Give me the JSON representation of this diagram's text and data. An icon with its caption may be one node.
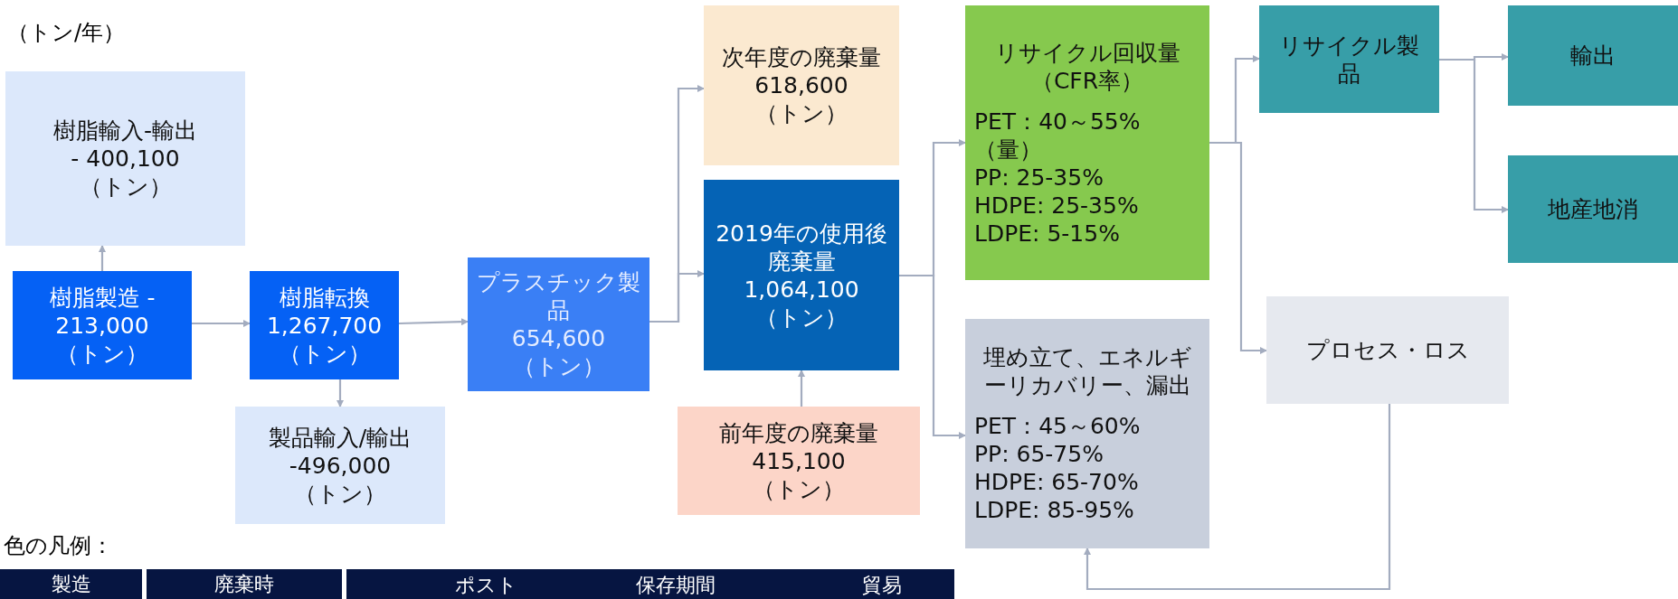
{
  "diagram": {
    "nodes": [
      {
        "text": [
          "樹脂輸入-輸出",
          "- 400,100",
          "（トン）"
        ]
      },
      {
        "text": [
          "樹脂製造 -",
          "213,000",
          "（トン）"
        ]
      },
      {
        "text": [
          "樹脂転換",
          "1,267,700",
          "（トン）"
        ]
      },
      {
        "text": [
          "製品輸入/輸出",
          "-496,000",
          "（トン）"
        ]
      },
      {
        "text": [
          "プラスチック製品",
          "654,600",
          "（トン）"
        ]
      },
      {
        "text": [
          "次年度の廃棄量",
          "618,600",
          "（トン）"
        ]
      },
      {
        "text": [
          "2019年の使用後廃棄量",
          "1,064,100",
          "（トン）"
        ]
      },
      {
        "text": [
          "前年度の廃棄量",
          "415,100",
          "（トン）"
        ]
      },
      {
        "text": [
          "リサイクル回収量（CFR率）",
          "PET：40～55%（量）",
          "PP: 25-35%",
          "HDPE: 25-35%",
          "LDPE: 5-15%"
        ]
      },
      {
        "text": [
          "埋め立て、エネルギーリカバリー、漏出",
          "PET：45～60%",
          "PP: 65-75%",
          "HDPE: 65-70%",
          "LDPE: 85-95%"
        ]
      },
      {
        "text": [
          "リサイクル製品"
        ]
      },
      {
        "text": [
          "輸出"
        ]
      },
      {
        "text": [
          "地産地消"
        ]
      },
      {
        "text": [
          "プロセス・ロス"
        ]
      }
    ],
    "edges": [
      {
        "from": 1,
        "to": 0,
        "arrow": "to"
      },
      {
        "from": 1,
        "to": 2,
        "arrow": "to"
      },
      {
        "from": 2,
        "to": 3,
        "arrow": "to"
      },
      {
        "from": 2,
        "to": 4,
        "arrow": "to"
      },
      {
        "from": 4,
        "to": 5,
        "arrow": "to"
      },
      {
        "from": 4,
        "to": 6,
        "arrow": "to"
      },
      {
        "from": 7,
        "to": 6,
        "arrow": "to"
      },
      {
        "from": 6,
        "to": 8,
        "arrow": "to"
      },
      {
        "from": 6,
        "to": 9,
        "arrow": "to"
      },
      {
        "from": 8,
        "to": 10,
        "arrow": "to"
      },
      {
        "from": 8,
        "to": 13,
        "arrow": "to"
      },
      {
        "from": 10,
        "to": 11,
        "arrow": "to"
      },
      {
        "from": 10,
        "to": 12,
        "arrow": "to"
      },
      {
        "from": 13,
        "to": 9,
        "arrow": "to"
      }
    ],
    "labels": [
      "（トン/年）",
      "色の凡例：",
      "製造",
      "廃棄時",
      "ポスト",
      "保存期間",
      "貿易"
    ]
  }
}
